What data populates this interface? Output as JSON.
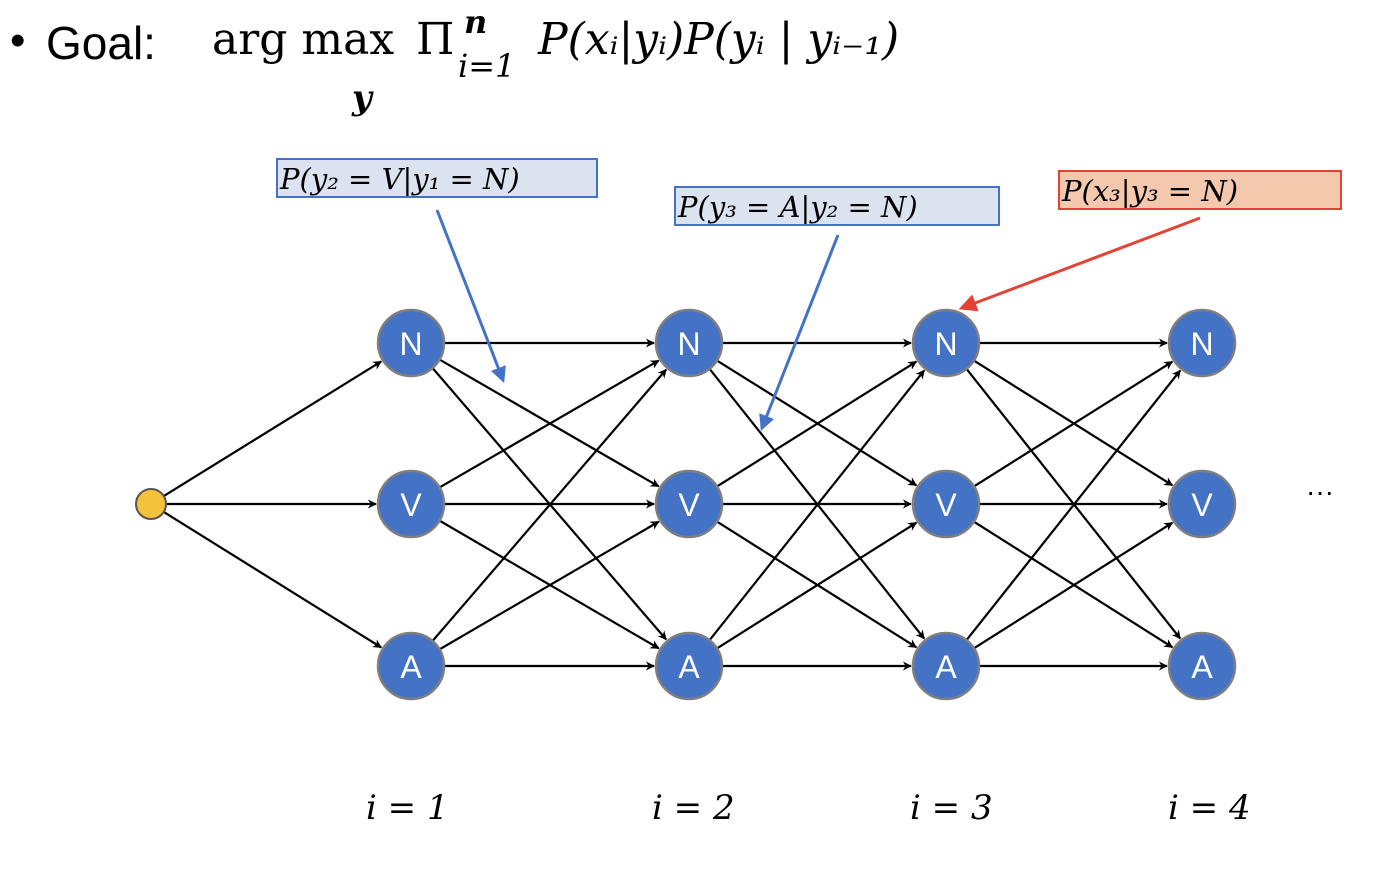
{
  "goal": {
    "bullet": "•",
    "label": "Goal:",
    "argmax": "arg max",
    "argmax_sub": "y",
    "prod_symbol": "Π",
    "prod_sup": "n",
    "prod_sub": "i=1",
    "expression": "P(xᵢ|yᵢ)P(yᵢ | yᵢ₋₁)"
  },
  "callouts": {
    "transition_1": "P(y₂ = V|y₁ = N)",
    "transition_2": "P(y₃ = A|y₂ = N)",
    "emission": "P(x₃|y₃ = N)"
  },
  "states": [
    "N",
    "V",
    "A"
  ],
  "positions": [
    "i = 1",
    "i = 2",
    "i = 3",
    "i = 4"
  ],
  "continuation": "···",
  "colors": {
    "node_fill": "#4472c4",
    "start_fill": "#f5c33b",
    "transition_callout": "#4472c4",
    "emission_callout": "#e34234"
  }
}
